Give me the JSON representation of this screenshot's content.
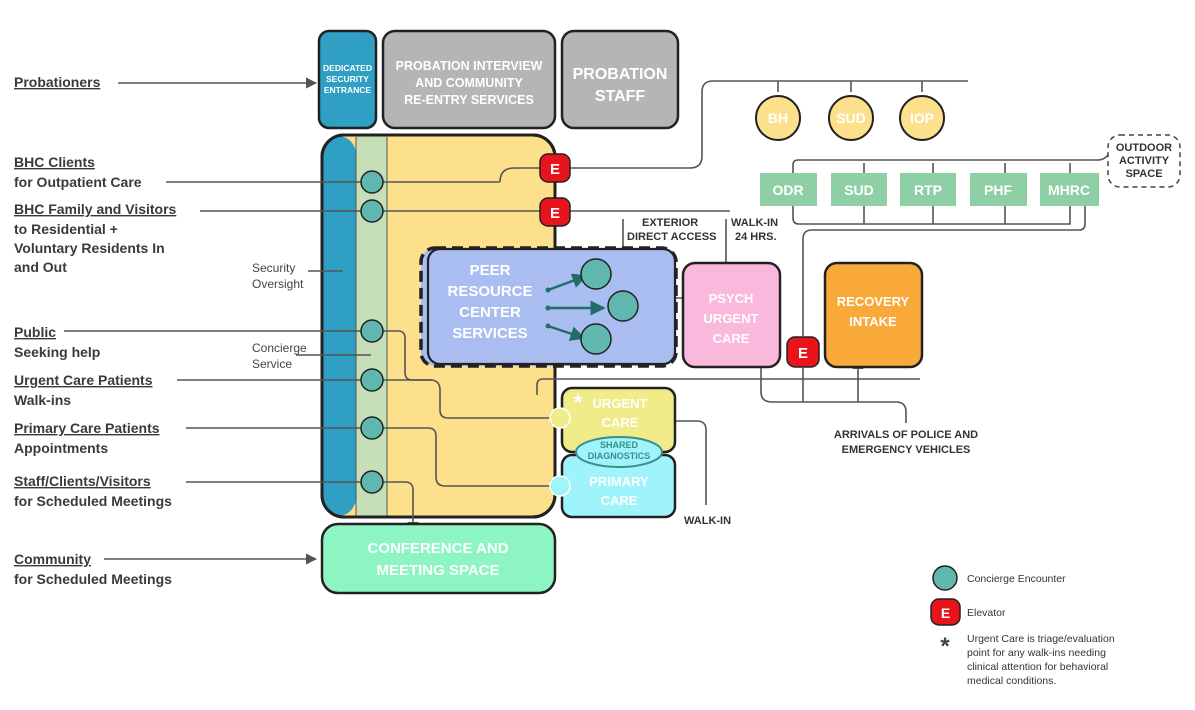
{
  "left_labels": {
    "probationers": "Probationers",
    "bhc_clients": [
      "BHC Clients",
      "for Outpatient Care"
    ],
    "bhc_family": [
      "BHC Family and Visitors",
      "to Residential +",
      "Voluntary Residents In",
      "and Out"
    ],
    "public": [
      "Public",
      "Seeking help"
    ],
    "urgent_patients": [
      "Urgent Care Patients",
      "Walk-ins"
    ],
    "primary_patients": [
      "Primary Care Patients",
      "Appointments"
    ],
    "staff": [
      "Staff/Clients/Visitors",
      "for Scheduled Meetings"
    ],
    "community": [
      "Community",
      "for Scheduled Meetings"
    ]
  },
  "side_labels": {
    "security": [
      "Security",
      "Oversight"
    ],
    "concierge": [
      "Concierge",
      "Service"
    ]
  },
  "top_boxes": {
    "security_entrance": [
      "DEDICATED",
      "SECURITY",
      "ENTRANCE"
    ],
    "probation_interview": [
      "PROBATION INTERVIEW",
      "AND COMMUNITY",
      "RE-ENTRY SERVICES"
    ],
    "probation_staff": [
      "PROBATION",
      "STAFF"
    ]
  },
  "circles_top": [
    "BH",
    "SUD",
    "IOP"
  ],
  "green_boxes": [
    "ODR",
    "SUD",
    "RTP",
    "PHF",
    "MHRC"
  ],
  "outdoor": [
    "OUTDOOR",
    "ACTIVITY",
    "SPACE"
  ],
  "elevator_letter": "E",
  "peer": [
    "PEER",
    "RESOURCE",
    "CENTER",
    "SERVICES"
  ],
  "psych": [
    "PSYCH",
    "URGENT",
    "CARE"
  ],
  "recovery": [
    "RECOVERY",
    "INTAKE"
  ],
  "urgent": [
    "URGENT",
    "CARE"
  ],
  "shared": [
    "SHARED",
    "DIAGNOSTICS"
  ],
  "primary": [
    "PRIMARY",
    "CARE"
  ],
  "conference": [
    "CONFERENCE AND",
    "MEETING SPACE"
  ],
  "annotations": {
    "exterior": [
      "EXTERIOR",
      "DIRECT ACCESS"
    ],
    "walk_in_24": [
      "WALK-IN",
      "24 HRS."
    ],
    "arrivals": [
      "ARRIVALS OF POLICE AND",
      "EMERGENCY VEHICLES"
    ],
    "walk_in": "WALK-IN",
    "asterisk": "*"
  },
  "legend": {
    "concierge": "Concierge Encounter",
    "elevator": "Elevator",
    "note": [
      "Urgent Care is triage/evaluation",
      "point for any walk-ins needing",
      "clinical attention for behavioral",
      "medical conditions."
    ]
  },
  "colors": {
    "security_blue": "#2f9fc4",
    "concierge_green": "#c6dfb8",
    "building_yellow": "#fde08b",
    "elevator_red": "#e8141b",
    "teal_circle": "#5fb7b0",
    "peer_blue": "#a9bdf0",
    "psych_pink": "#f9b8dc",
    "recovery_orange": "#f8a93a",
    "urgent_yellow": "#f0ec8a",
    "primary_cyan": "#9ff4fb",
    "conference_green": "#8cf5c2",
    "grey_box": "#b5b5b5",
    "green_box": "#8fcfa6",
    "circle_yellow": "#fde08b"
  }
}
